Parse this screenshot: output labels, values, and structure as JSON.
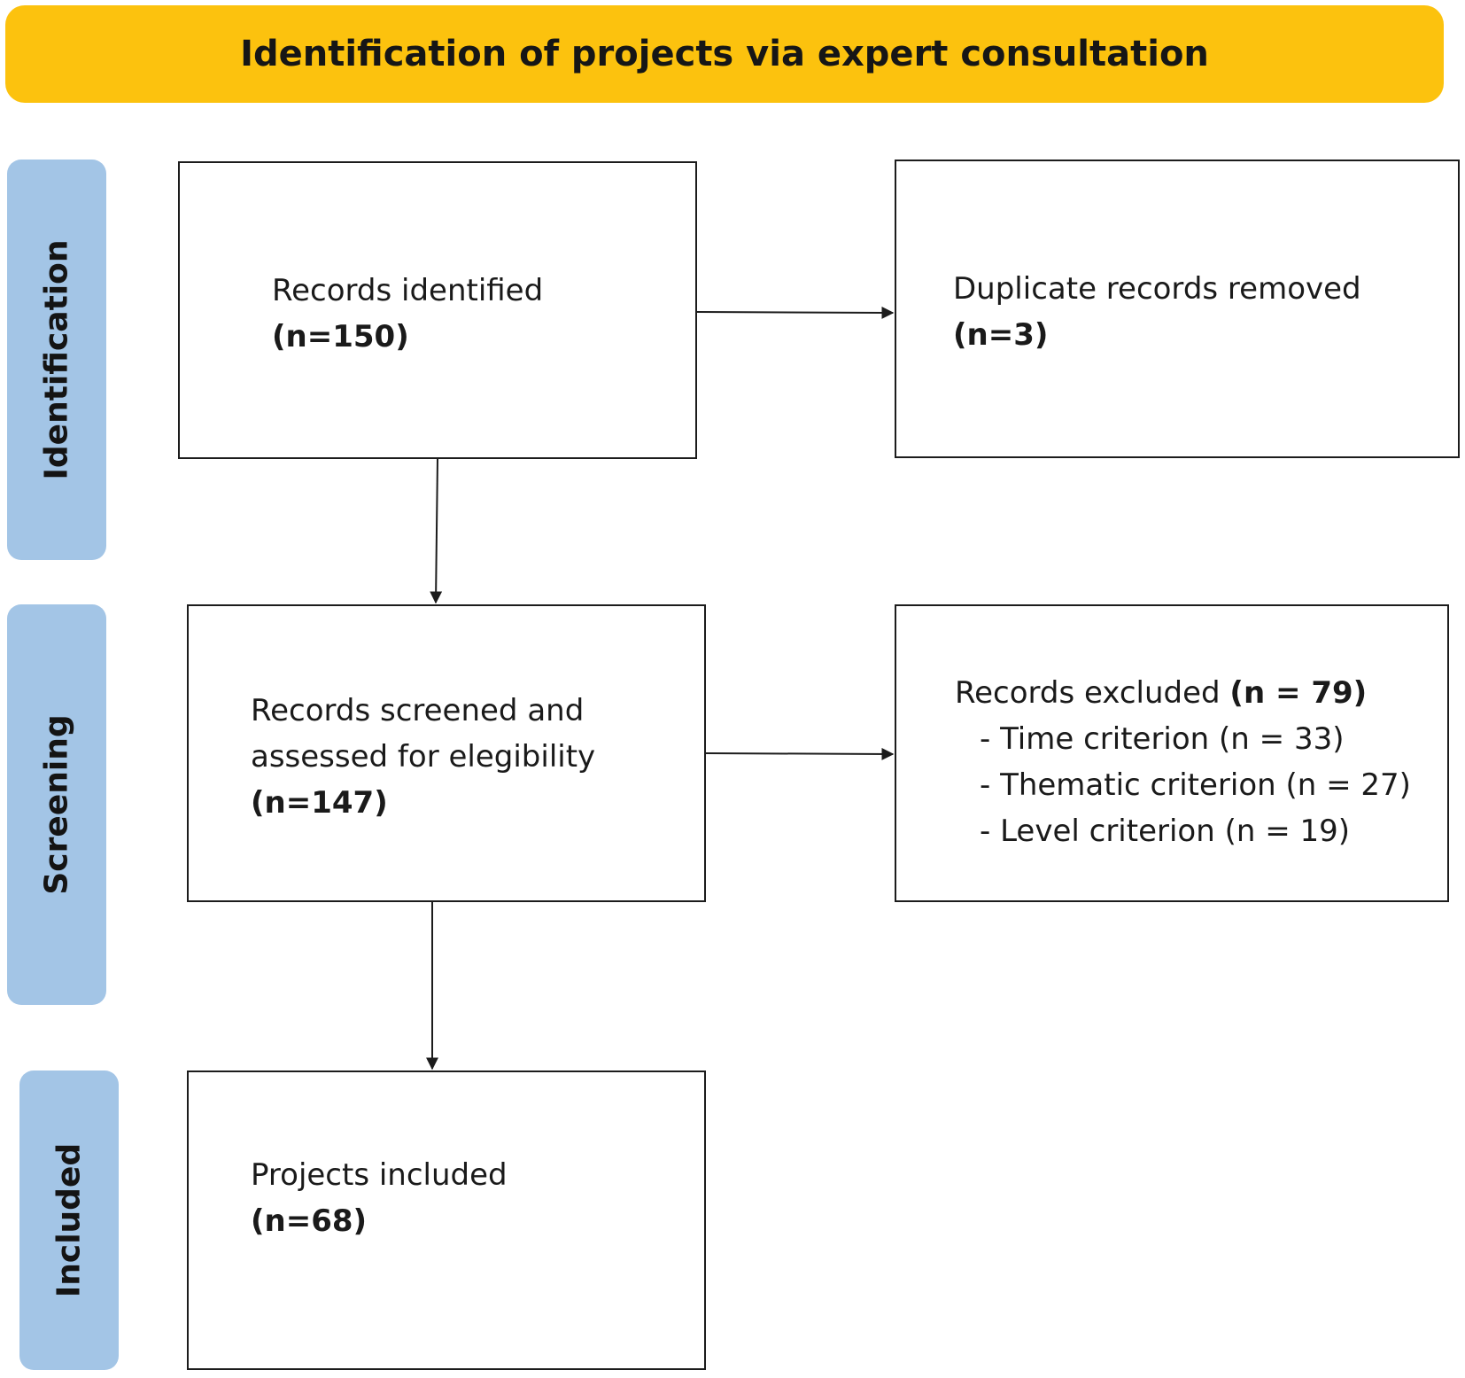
{
  "header": {
    "title": "Identification of projects via expert consultation"
  },
  "phases": {
    "identification": "Identification",
    "screening": "Screening",
    "included": "Included"
  },
  "boxes": {
    "identified": {
      "label": "Records identified",
      "count": "(n=150)"
    },
    "duplicates": {
      "label": "Duplicate records removed",
      "count": "(n=3)"
    },
    "screened": {
      "label_line1": "Records screened and",
      "label_line2": "assessed for elegibility",
      "count": "(n=147)"
    },
    "excluded": {
      "label": "Records excluded",
      "count": "(n = 79)",
      "reasons": [
        "- Time criterion (n = 33)",
        "- Thematic criterion (n = 27)",
        "- Level criterion (n = 19)"
      ]
    },
    "included": {
      "label": "Projects included",
      "count": "(n=68)"
    }
  },
  "colors": {
    "banner": "#fcc20e",
    "phase_label": "#a3c5e6",
    "box_border": "#1c1c1c",
    "arrow": "#1c1c1c"
  }
}
